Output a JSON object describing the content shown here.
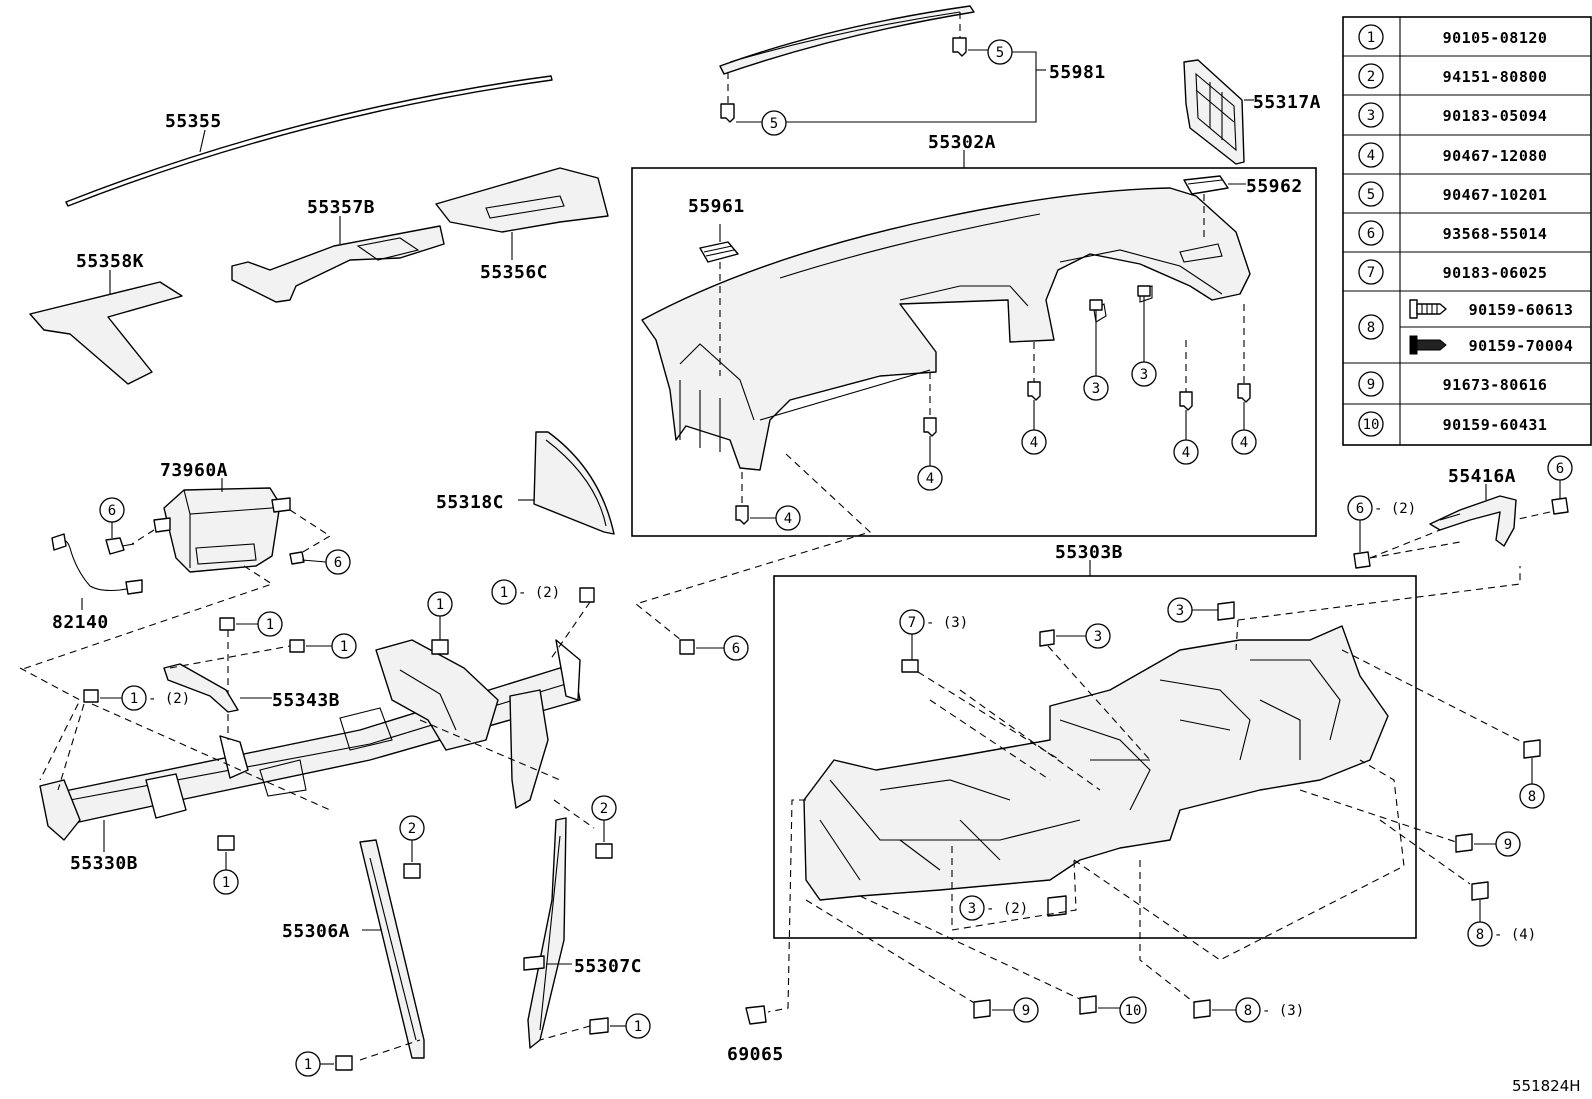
{
  "diagram_code": "551824H",
  "labels": {
    "p55355": "55355",
    "p55358K": "55358K",
    "p55357B": "55357B",
    "p55356C": "55356C",
    "p55981": "55981",
    "p55317A": "55317A",
    "p55302A": "55302A",
    "p55961": "55961",
    "p55962": "55962",
    "p73960A": "73960A",
    "p82140": "82140",
    "p55318C": "55318C",
    "p55343B": "55343B",
    "p55330B": "55330B",
    "p55306A": "55306A",
    "p55307C": "55307C",
    "p55303B": "55303B",
    "p55416A": "55416A",
    "p69065": "69065"
  },
  "quantities": {
    "q2": "- (2)",
    "q3": "- (3)",
    "q4": "- (4)"
  },
  "legend": {
    "rows": [
      {
        "ref": "1",
        "code": "90105-08120"
      },
      {
        "ref": "2",
        "code": "94151-80800"
      },
      {
        "ref": "3",
        "code": "90183-05094"
      },
      {
        "ref": "4",
        "code": "90467-12080"
      },
      {
        "ref": "5",
        "code": "90467-10201"
      },
      {
        "ref": "6",
        "code": "93568-55014"
      },
      {
        "ref": "7",
        "code": "90183-06025"
      },
      {
        "ref": "8",
        "code_a": "90159-60613",
        "code_b": "90159-70004"
      },
      {
        "ref": "9",
        "code": "91673-80616"
      },
      {
        "ref": "10",
        "code": "90159-60431"
      }
    ]
  },
  "callout_numbers": {
    "n1": "1",
    "n2": "2",
    "n3": "3",
    "n4": "4",
    "n5": "5",
    "n6": "6",
    "n7": "7",
    "n8": "8",
    "n9": "9",
    "n10": "10"
  }
}
